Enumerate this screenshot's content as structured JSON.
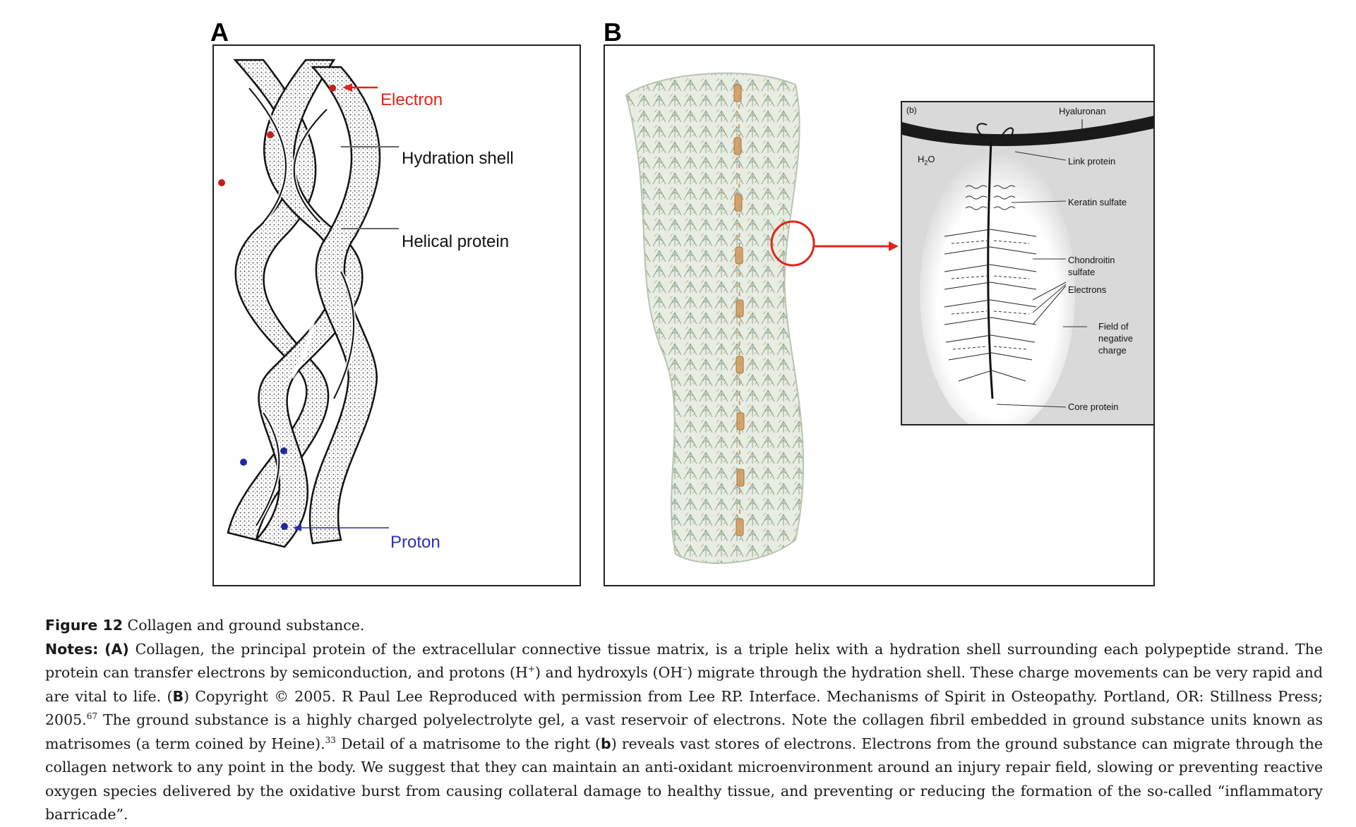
{
  "panel_a": {
    "letter": "A",
    "labels": {
      "electron": "Electron",
      "hydration_shell": "Hydration shell",
      "helical_protein": "Helical protein",
      "proton": "Proton"
    },
    "colors": {
      "electron": "#e0251b",
      "proton": "#2a2fb5"
    }
  },
  "panel_b": {
    "letter": "B",
    "inset": {
      "tag": "(b)",
      "hyaluronan": "Hyaluronan",
      "water": "H2O",
      "link_protein": "Link protein",
      "keratin_sulfate": "Keratin sulfate",
      "chondroitin": "Chondroitin",
      "sulfate": "sulfate",
      "electrons": "Electrons",
      "field_of": "Field of",
      "negative": "negative",
      "charge": "charge",
      "core_protein": "Core protein"
    },
    "colors": {
      "arrow": "#e0251b",
      "fibril": "#c8d3c2"
    }
  },
  "caption": {
    "figure_label": "Figure 12",
    "figure_title": "Collagen and ground substance.",
    "notes_label": "Notes:",
    "a_marker": "(A)",
    "text_1": "Collagen, the principal protein of the extracellular connective tissue matrix, is a triple helix with a hydration shell surrounding each polypeptide strand. The protein can transfer electrons by semiconduction, and protons (H",
    "sup_plus": "+",
    "text_2": ") and hydroxyls (OH",
    "sup_minus": "–",
    "text_3": ") migrate through the hydration shell. These charge movements can be very rapid and are vital to life. (",
    "b_marker": "B",
    "text_4": ") Copyright © 2005. R Paul Lee Reproduced with permission from Lee RP. Interface. Mechanisms of Spirit in Osteopathy. Portland, OR: Stillness Press; 2005.",
    "ref_67": "67",
    "text_5": " The ground substance is a highly charged polyelectrolyte gel, a vast reservoir of electrons. Note the collagen fibril embedded in ground substance units known as matrisomes (a term coined by Heine).",
    "ref_33": "33",
    "text_6": " Detail of a matrisome to the right (",
    "b_small": "b",
    "text_7": ") reveals vast stores of electrons. Electrons from the ground substance can migrate through the collagen network to any point in the body. We suggest that they can maintain an anti-oxidant microenvironment around an injury repair field, slowing or preventing reactive oxygen species delivered by the oxidative burst from causing collateral damage to healthy tissue, and preventing or reducing the formation of the so-called “inflammatory barricade”."
  }
}
